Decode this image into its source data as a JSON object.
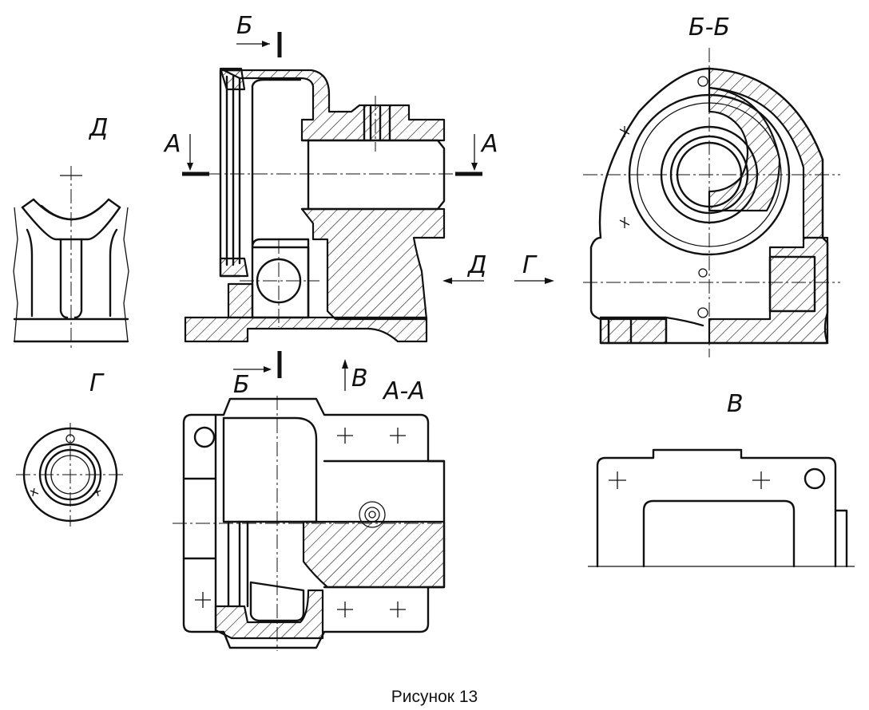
{
  "figure": {
    "caption": "Рисунок 13"
  },
  "labels": {
    "view_d": "Д",
    "view_g": "Г",
    "view_v": "В",
    "section_aa": "А-А",
    "section_bb": "Б-Б",
    "cut_a": "А",
    "cut_b": "Б",
    "dir_d": "Д",
    "dir_g": "Г",
    "dir_v": "В"
  },
  "colors": {
    "ink": "#111111",
    "paper": "#ffffff"
  }
}
